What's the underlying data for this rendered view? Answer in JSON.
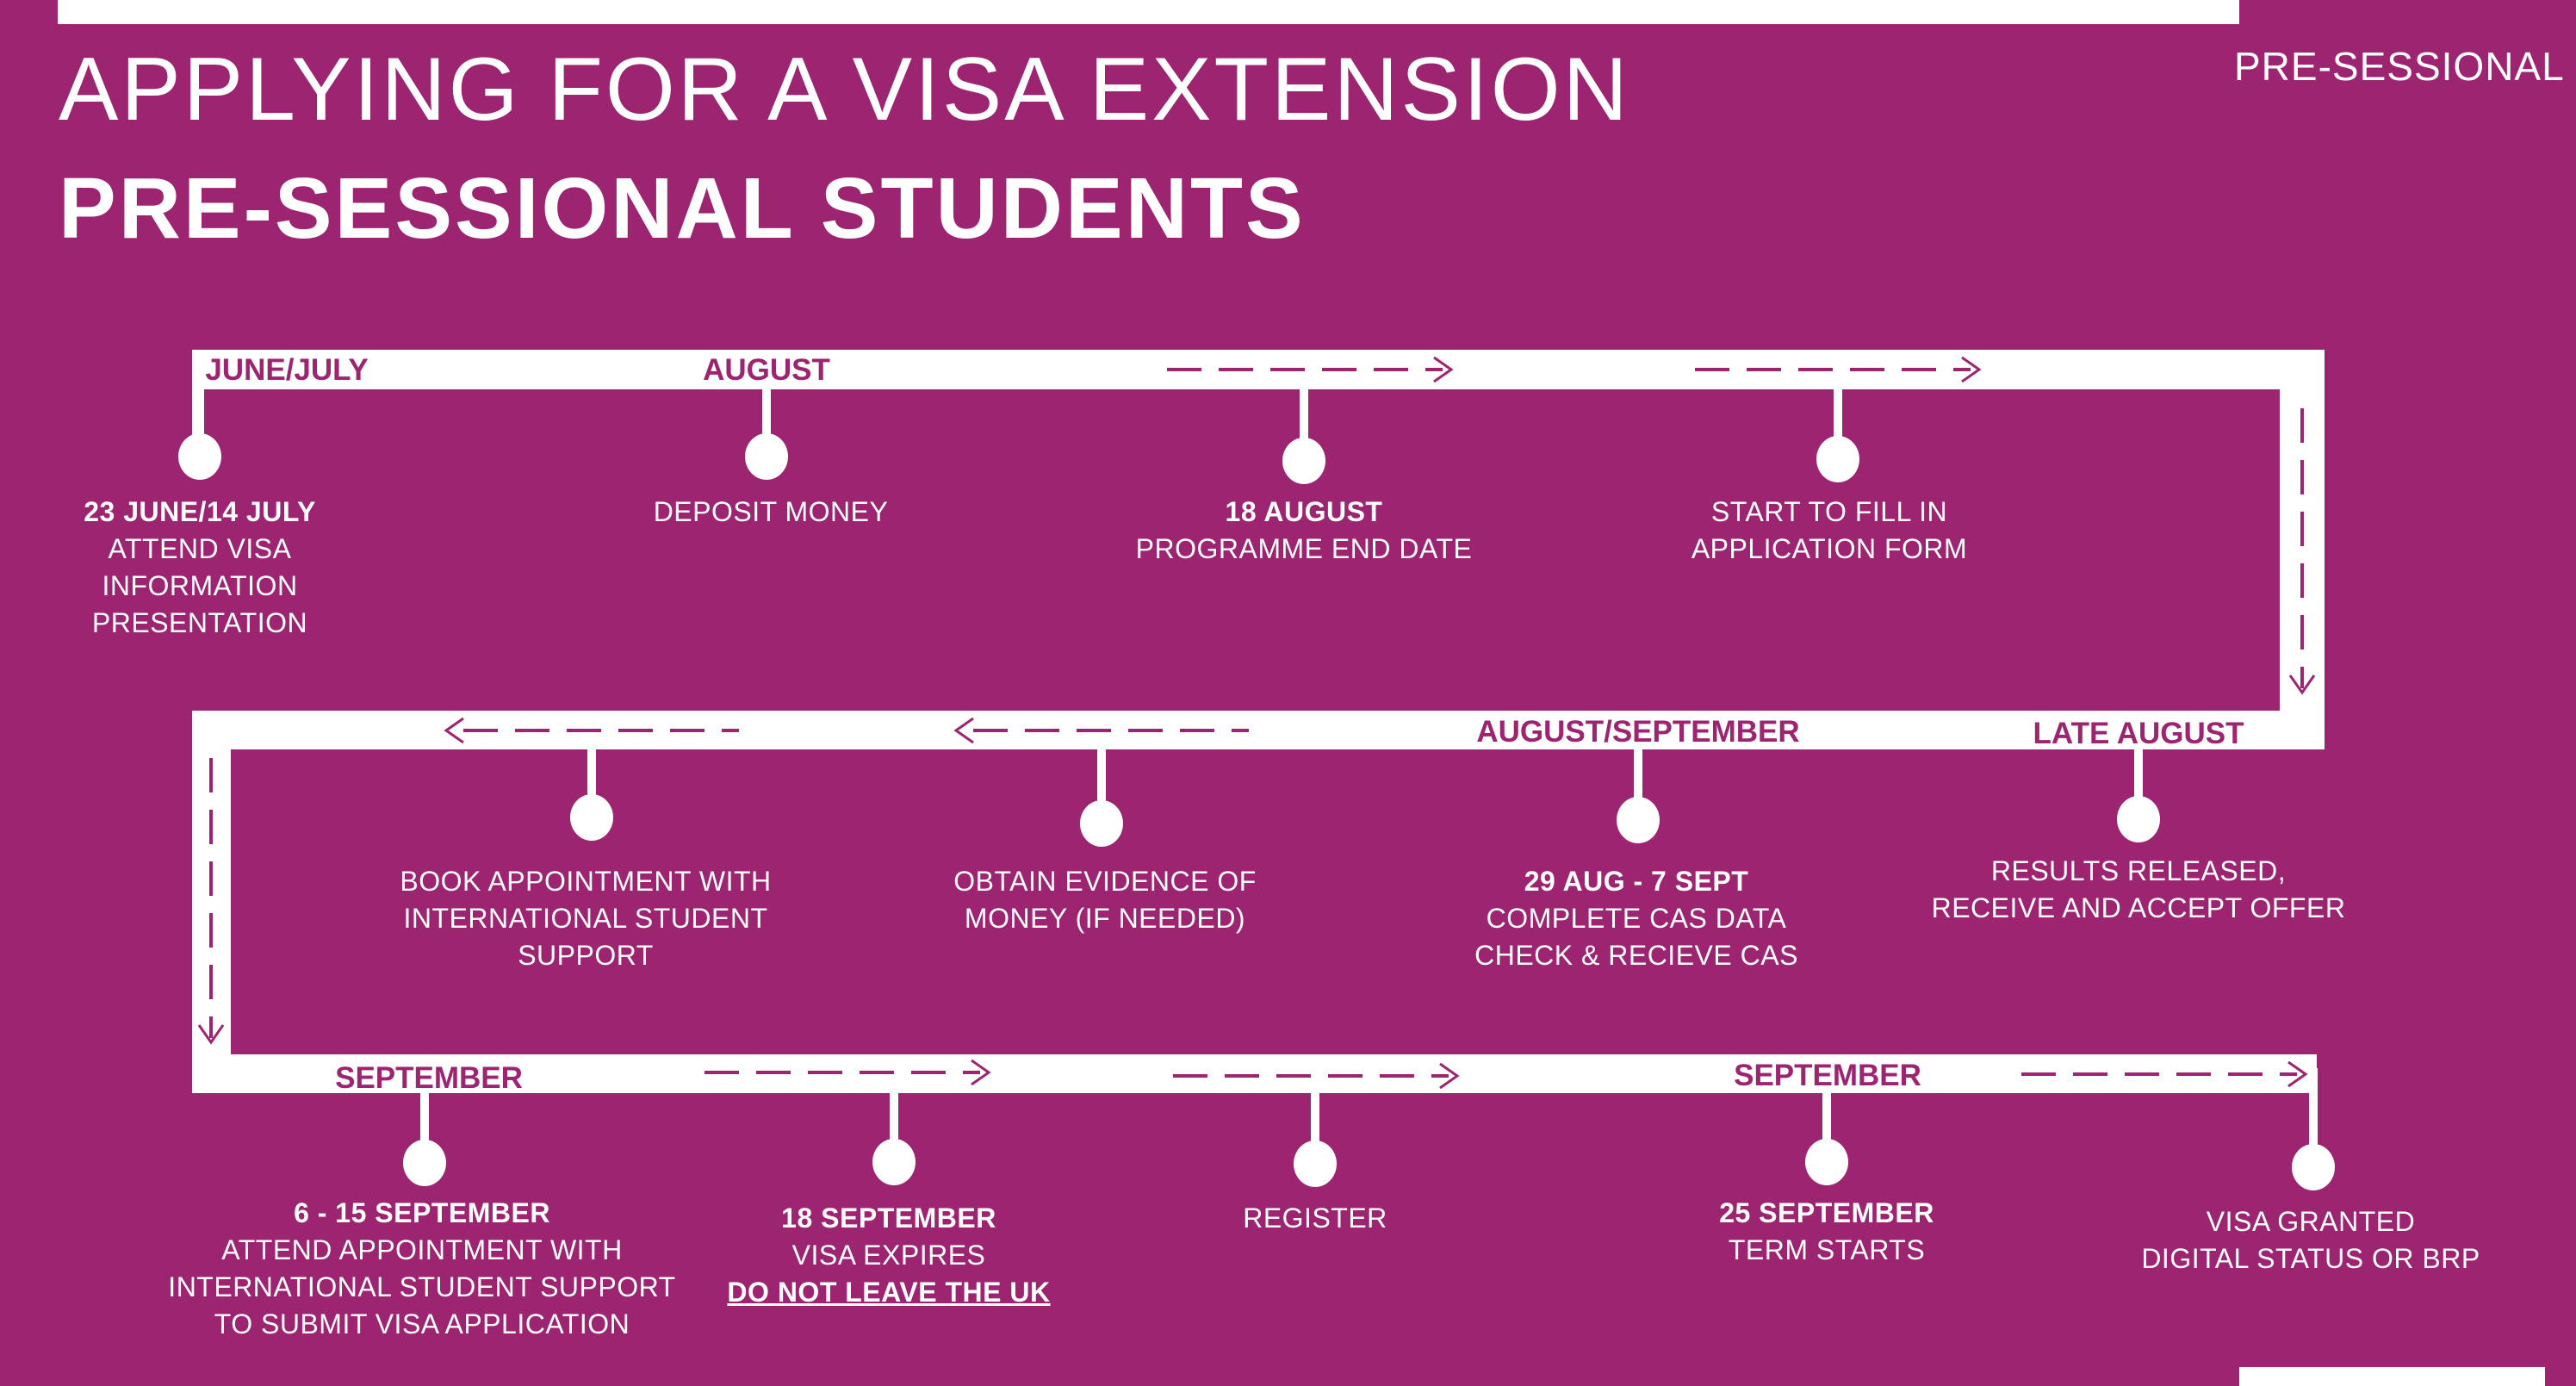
{
  "colors": {
    "background": "#9C2470",
    "foreground": "#FFFFFF"
  },
  "header": {
    "title_line1": "APPLYING FOR A VISA EXTENSION",
    "title_line2": "PRE-SESSIONAL STUDENTS",
    "tag": "PRE-SESSIONAL"
  },
  "rows": [
    {
      "direction": "right",
      "periods": [
        "JUNE/JULY",
        "AUGUST"
      ],
      "steps": [
        {
          "date": "23 JUNE/14 JULY",
          "lines": [
            "ATTEND VISA",
            "INFORMATION",
            "PRESENTATION"
          ]
        },
        {
          "date": "",
          "lines": [
            "DEPOSIT MONEY"
          ]
        },
        {
          "date": "18 AUGUST",
          "lines": [
            "PROGRAMME END DATE"
          ]
        },
        {
          "date": "",
          "lines": [
            "START TO FILL IN",
            "APPLICATION FORM"
          ]
        }
      ]
    },
    {
      "direction": "left",
      "periods": [
        "AUGUST/SEPTEMBER",
        "LATE AUGUST"
      ],
      "steps": [
        {
          "date": "",
          "lines": [
            "BOOK APPOINTMENT WITH",
            "INTERNATIONAL STUDENT",
            "SUPPORT"
          ]
        },
        {
          "date": "",
          "lines": [
            "OBTAIN EVIDENCE OF",
            "MONEY (IF NEEDED)"
          ]
        },
        {
          "date": "29 AUG - 7 SEPT",
          "lines": [
            "COMPLETE CAS DATA",
            "CHECK & RECIEVE CAS"
          ]
        },
        {
          "date": "",
          "lines": [
            "RESULTS RELEASED,",
            "RECEIVE AND ACCEPT OFFER"
          ]
        }
      ]
    },
    {
      "direction": "right",
      "periods": [
        "SEPTEMBER",
        "SEPTEMBER"
      ],
      "steps": [
        {
          "date": "6 - 15 SEPTEMBER",
          "lines": [
            "ATTEND APPOINTMENT WITH",
            "INTERNATIONAL STUDENT SUPPORT",
            "TO SUBMIT VISA APPLICATION"
          ]
        },
        {
          "date": "18 SEPTEMBER",
          "lines": [
            "VISA EXPIRES"
          ],
          "warning": "DO NOT LEAVE THE UK"
        },
        {
          "date": "",
          "lines": [
            "REGISTER"
          ]
        },
        {
          "date": "25 SEPTEMBER",
          "lines": [
            "TERM STARTS"
          ]
        },
        {
          "date": "",
          "lines": [
            "VISA GRANTED",
            "DIGITAL STATUS OR BRP"
          ]
        }
      ]
    }
  ]
}
